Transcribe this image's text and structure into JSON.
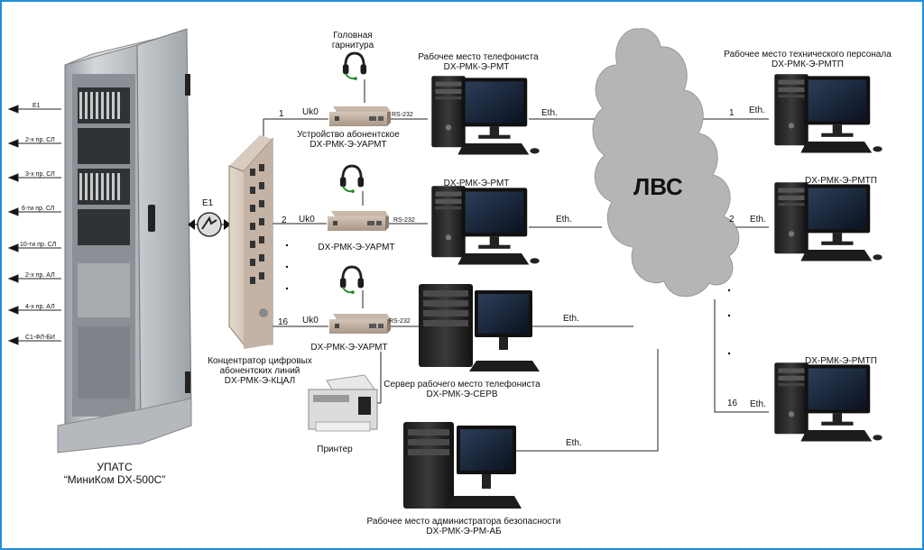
{
  "cabinet": {
    "name": "УПАТС",
    "model": "“МиниКом DX-500C”"
  },
  "left_ports": [
    "E1",
    "2-х пр. СЛ",
    "3-х пр. СЛ",
    "6-ти пр. СЛ",
    "10-ти пр. СЛ",
    "2-х пр. АЛ",
    "4-х пр. АЛ",
    "С1-ФЛ-БИ"
  ],
  "e1_link": "E1",
  "concentrator": {
    "line1": "Концентратор цифровых",
    "line2": "абонентских линий",
    "line3": "DX-РМК-Э-КЦАЛ"
  },
  "headset": {
    "line1": "Головная",
    "line2": "гарнитура"
  },
  "subscriber_devices": [
    {
      "num": "1",
      "uk": "Uk0",
      "rs": "RS-232",
      "title": "Устройство абонентское",
      "model": "DX-РМК-Э-УАРМТ"
    },
    {
      "num": "2",
      "uk": "Uk0",
      "rs": "RS-232",
      "title": "",
      "model": "DX-РМК-Э-УАРМТ"
    },
    {
      "num": "16",
      "uk": "Uk0",
      "rs": "RS-232",
      "title": "",
      "model": "DX-РМК-Э-УАРМТ"
    }
  ],
  "operator_workstations": [
    {
      "title": "Рабочее место телефониста",
      "model": "DX-РМК-Э-РМТ",
      "link": "Eth."
    },
    {
      "title": "",
      "model": "DX-РМК-Э-РМТ",
      "link": "Eth."
    }
  ],
  "server": {
    "title": "Сервер рабочего место телефониста",
    "model": "DX-РМК-Э-СЕРВ",
    "link": "Eth."
  },
  "printer": {
    "label": "Принтер"
  },
  "admin": {
    "title": "Рабочее место администратора безопасности",
    "model": "DX-РМК-Э-РМ-АБ",
    "link": "Eth."
  },
  "lan": {
    "label": "ЛВС"
  },
  "tech_workstations": [
    {
      "title": "Рабочее место технического персонала",
      "model": "DX-РМК-Э-РМТП",
      "num": "1",
      "link": "Eth."
    },
    {
      "title": "",
      "model": "DX-РМК-Э-РМТП",
      "num": "2",
      "link": "Eth."
    },
    {
      "title": "",
      "model": "DX-РМК-Э-РМТП",
      "num": "16",
      "link": "Eth."
    }
  ],
  "colors": {
    "frame": "#1e8fd6",
    "cloud": "#b5b5b5",
    "line": "#222222",
    "cabinet": "#c9cdd1",
    "device": "#b9a89a"
  }
}
